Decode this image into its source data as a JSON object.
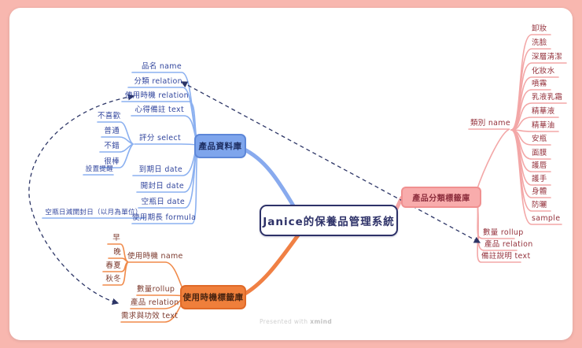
{
  "title": "Janice的保養品管理系統",
  "footer": {
    "text": "Presented with ",
    "brand": "xmind"
  },
  "colors": {
    "frame": "#f8b7af",
    "blue": "#7ea5ec",
    "orange": "#ef7f3b",
    "pink": "#f8acac",
    "navy": "#2d3168"
  },
  "branches": {
    "product_db": {
      "label": "產品資料庫",
      "children": [
        {
          "label": "品名 name"
        },
        {
          "label": "分類 relation"
        },
        {
          "label": "使用時機 relation"
        },
        {
          "label": "心得備註 text"
        },
        {
          "label": "評分 select",
          "children": [
            "不喜歡",
            "普通",
            "不錯",
            "很棒"
          ]
        },
        {
          "label": "到期日 date"
        },
        {
          "label": "開封日 date"
        },
        {
          "label": "空瓶日 date"
        },
        {
          "label": "使用期長 formula"
        }
      ],
      "notes": [
        "設置提醒",
        "空瓶日減開封日（以月為單位）"
      ]
    },
    "usage_tags": {
      "label": "使用時機標籤庫",
      "children": [
        {
          "label": "使用時機 name",
          "children": [
            "早",
            "晚",
            "春夏",
            "秋冬"
          ]
        },
        {
          "label": "數量rollup"
        },
        {
          "label": "產品 relation"
        },
        {
          "label": "需求與功效 text"
        }
      ]
    },
    "category_tags": {
      "label": "產品分類標籤庫",
      "children": [
        {
          "label": "類別 name",
          "children": [
            "卸妝",
            "洗臉",
            "深層清潔",
            "化妝水",
            "噴霧",
            "乳液乳霜",
            "精華液",
            "精華油",
            "安瓶",
            "面膜",
            "護唇",
            "護手",
            "身體",
            "防曬",
            "sample"
          ]
        },
        {
          "label": "數量 rollup"
        },
        {
          "label": "產品 relation"
        },
        {
          "label": "備註說明 text"
        }
      ]
    }
  }
}
